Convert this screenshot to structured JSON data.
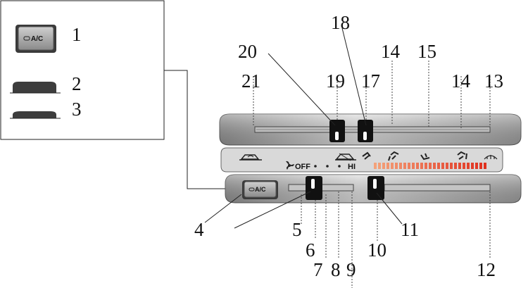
{
  "legend": {
    "items": [
      {
        "number": "1",
        "shape": "ac-button",
        "button_text": "A/C"
      },
      {
        "number": "2",
        "shape": "flat-button-high"
      },
      {
        "number": "3",
        "shape": "flat-button-low"
      }
    ]
  },
  "panel": {
    "fan_off_label": "OFF",
    "fan_hi_label": "HI",
    "ac_button_text": "A/C",
    "temp_scale_color_cold": "#f4a27a",
    "temp_scale_color_hot": "#e0301e"
  },
  "callouts": [
    "4",
    "5",
    "6",
    "7",
    "8",
    "9",
    "10",
    "11",
    "12",
    "13",
    "14",
    "14",
    "15",
    "17",
    "18",
    "19",
    "20",
    "21"
  ],
  "colors": {
    "panel_dark": "#9a9a9a",
    "panel_light": "#dedede",
    "knob": "#111111"
  }
}
